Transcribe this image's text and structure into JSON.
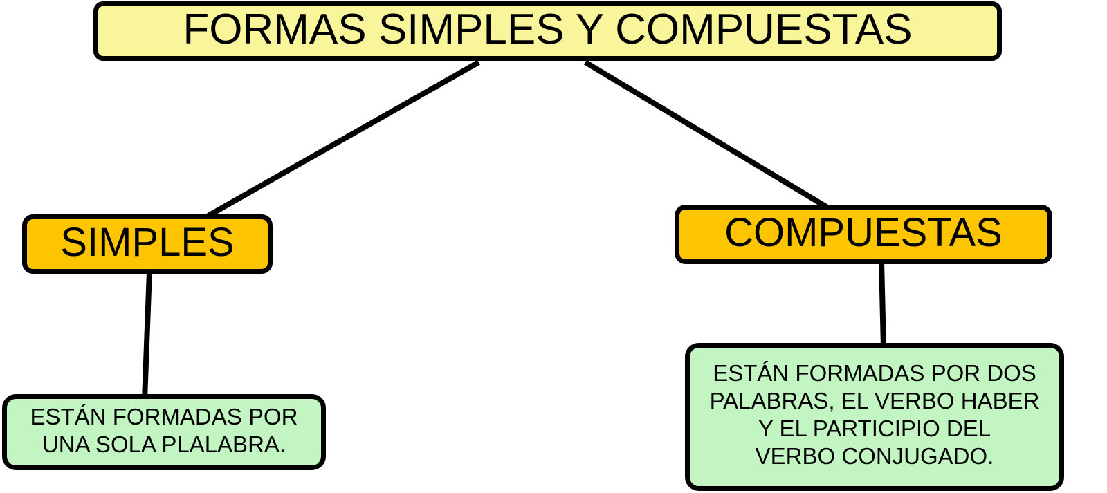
{
  "diagram": {
    "type": "tree-concept-map",
    "title": "FORMAS SIMPLES Y COMPUESTAS",
    "background_color": "#ffffff",
    "colors": {
      "root_fill": "#f8f59b",
      "branch_fill": "#fdc500",
      "leaf_fill": "#c2f5c2",
      "outline": "#000000",
      "text": "#000000"
    },
    "nodes": {
      "root": {
        "label": "FORMAS SIMPLES Y COMPUESTAS",
        "fill": "#f8f59b"
      },
      "branch_left": {
        "label": "SIMPLES",
        "fill": "#fdc500"
      },
      "branch_right": {
        "label": "COMPUESTAS",
        "fill": "#fdc500"
      },
      "leaf_left": {
        "label": "ESTÁN FORMADAS POR\nUNA SOLA PLALABRA.",
        "fill": "#c2f5c2"
      },
      "leaf_right": {
        "label": "ESTÁN FORMADAS POR DOS\nPALABRAS, EL VERBO HABER\nY EL PARTICIPIO DEL\nVERBO CONJUGADO.",
        "fill": "#c2f5c2"
      }
    },
    "connectors": [
      {
        "name": "root-to-simples",
        "from": "root",
        "to": "branch_left"
      },
      {
        "name": "root-to-compuestas",
        "from": "root",
        "to": "branch_right"
      },
      {
        "name": "simples-to-description",
        "from": "branch_left",
        "to": "leaf_left"
      },
      {
        "name": "compuestas-to-description",
        "from": "branch_right",
        "to": "leaf_right"
      }
    ]
  }
}
